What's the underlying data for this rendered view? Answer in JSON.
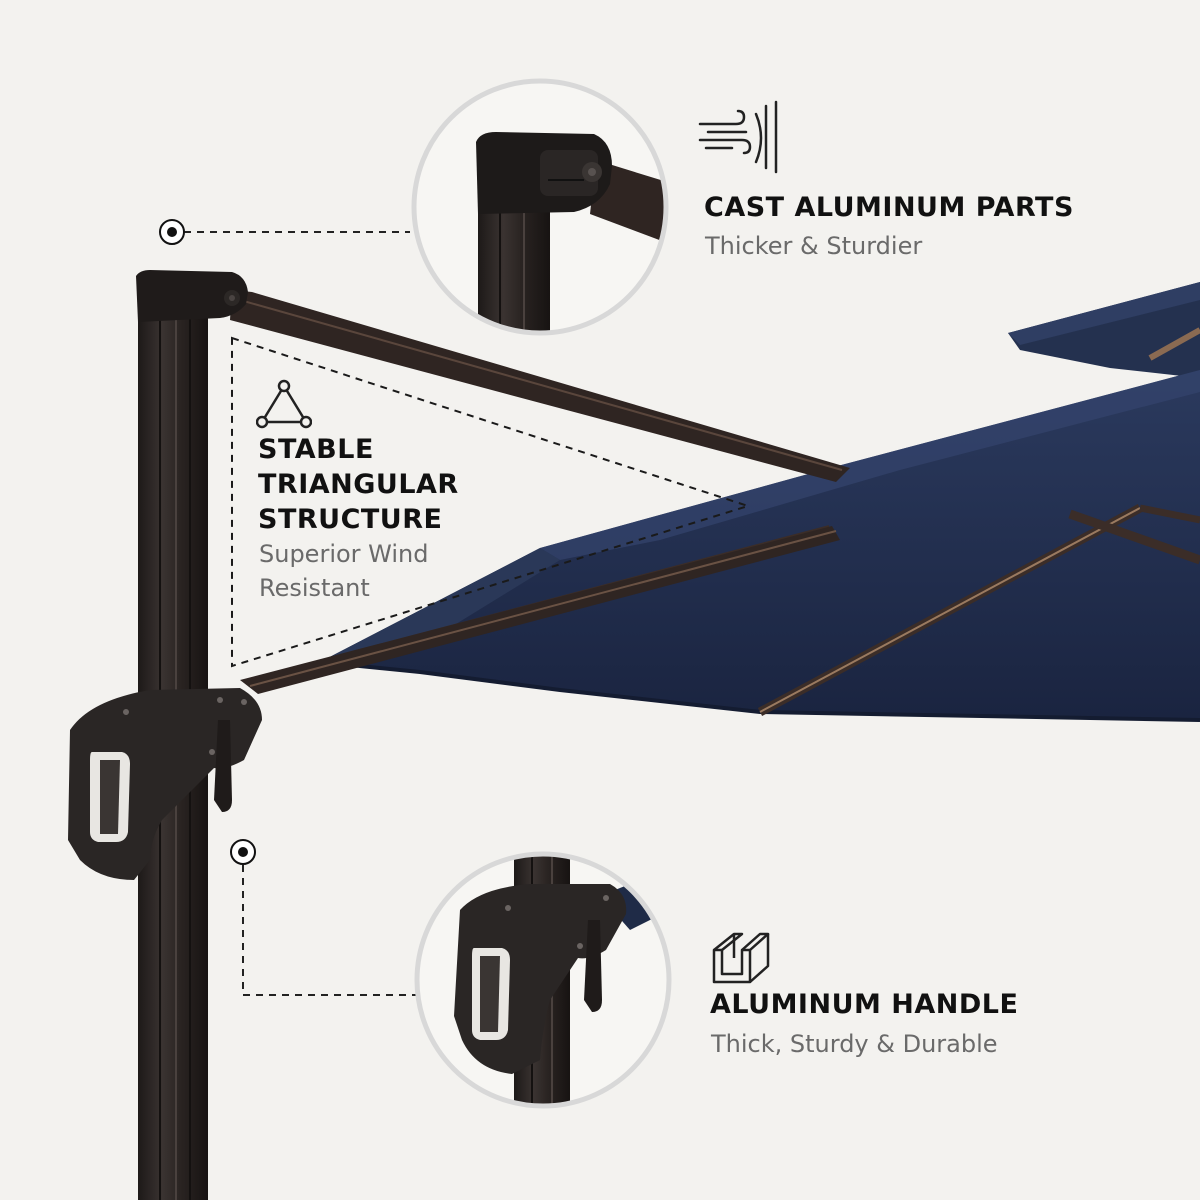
{
  "features": {
    "cast_aluminum": {
      "title": "CAST ALUMINUM PARTS",
      "subtitle": "Thicker & Sturdier",
      "icon": "wind-resistance-icon"
    },
    "triangular": {
      "title_lines": [
        "STABLE",
        "TRIANGULAR",
        "STRUCTURE"
      ],
      "subtitle_lines": [
        "Superior Wind",
        "Resistant"
      ],
      "icon": "triangle-nodes-icon"
    },
    "handle": {
      "title": "ALUMINUM HANDLE",
      "subtitle": "Thick, Sturdy & Durable",
      "icon": "aluminum-channel-icon"
    }
  },
  "colors": {
    "background": "#f3f2ef",
    "canopy": "#1f2b47",
    "canopy_shadow": "#141c31",
    "frame": "#2b2523",
    "arm": "#3b2d28",
    "callout_ring": "#d8d8d8",
    "title_text": "#111111",
    "subtitle_text": "#6a6a6a"
  }
}
